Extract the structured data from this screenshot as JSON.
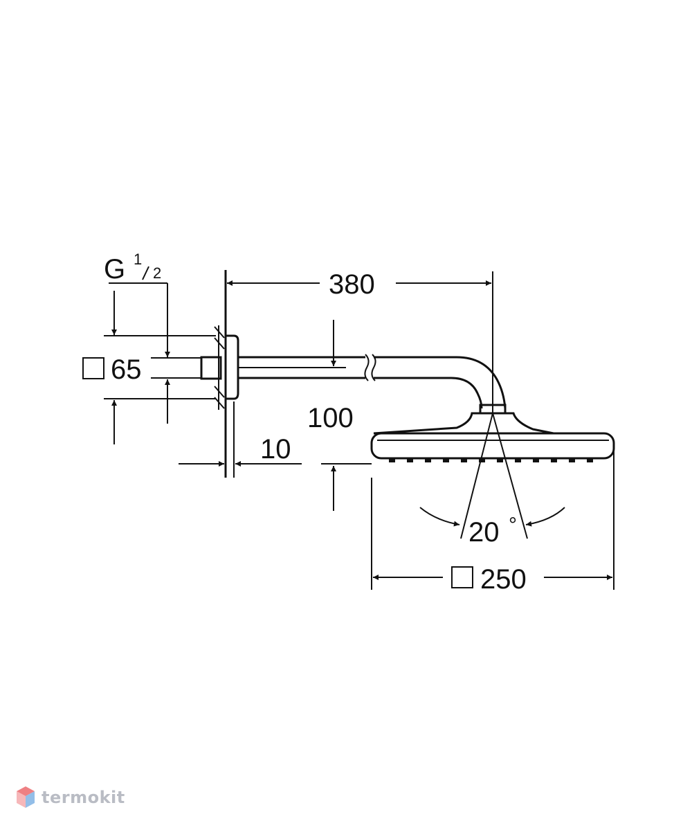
{
  "dimensions": {
    "thread_g": "G",
    "thread_num": "1",
    "thread_den": "2",
    "flange_size": "65",
    "arm_length": "380",
    "arm_drop": "100",
    "wall_gap": "10",
    "angle": "20",
    "angle_unit": "°",
    "head_size": "250"
  },
  "watermark": {
    "text": "termokit"
  },
  "colors": {
    "line": "#111111",
    "watermark": "#b9bcc4",
    "logo_red": "#e8555a",
    "logo_blue": "#6fa8e0"
  }
}
